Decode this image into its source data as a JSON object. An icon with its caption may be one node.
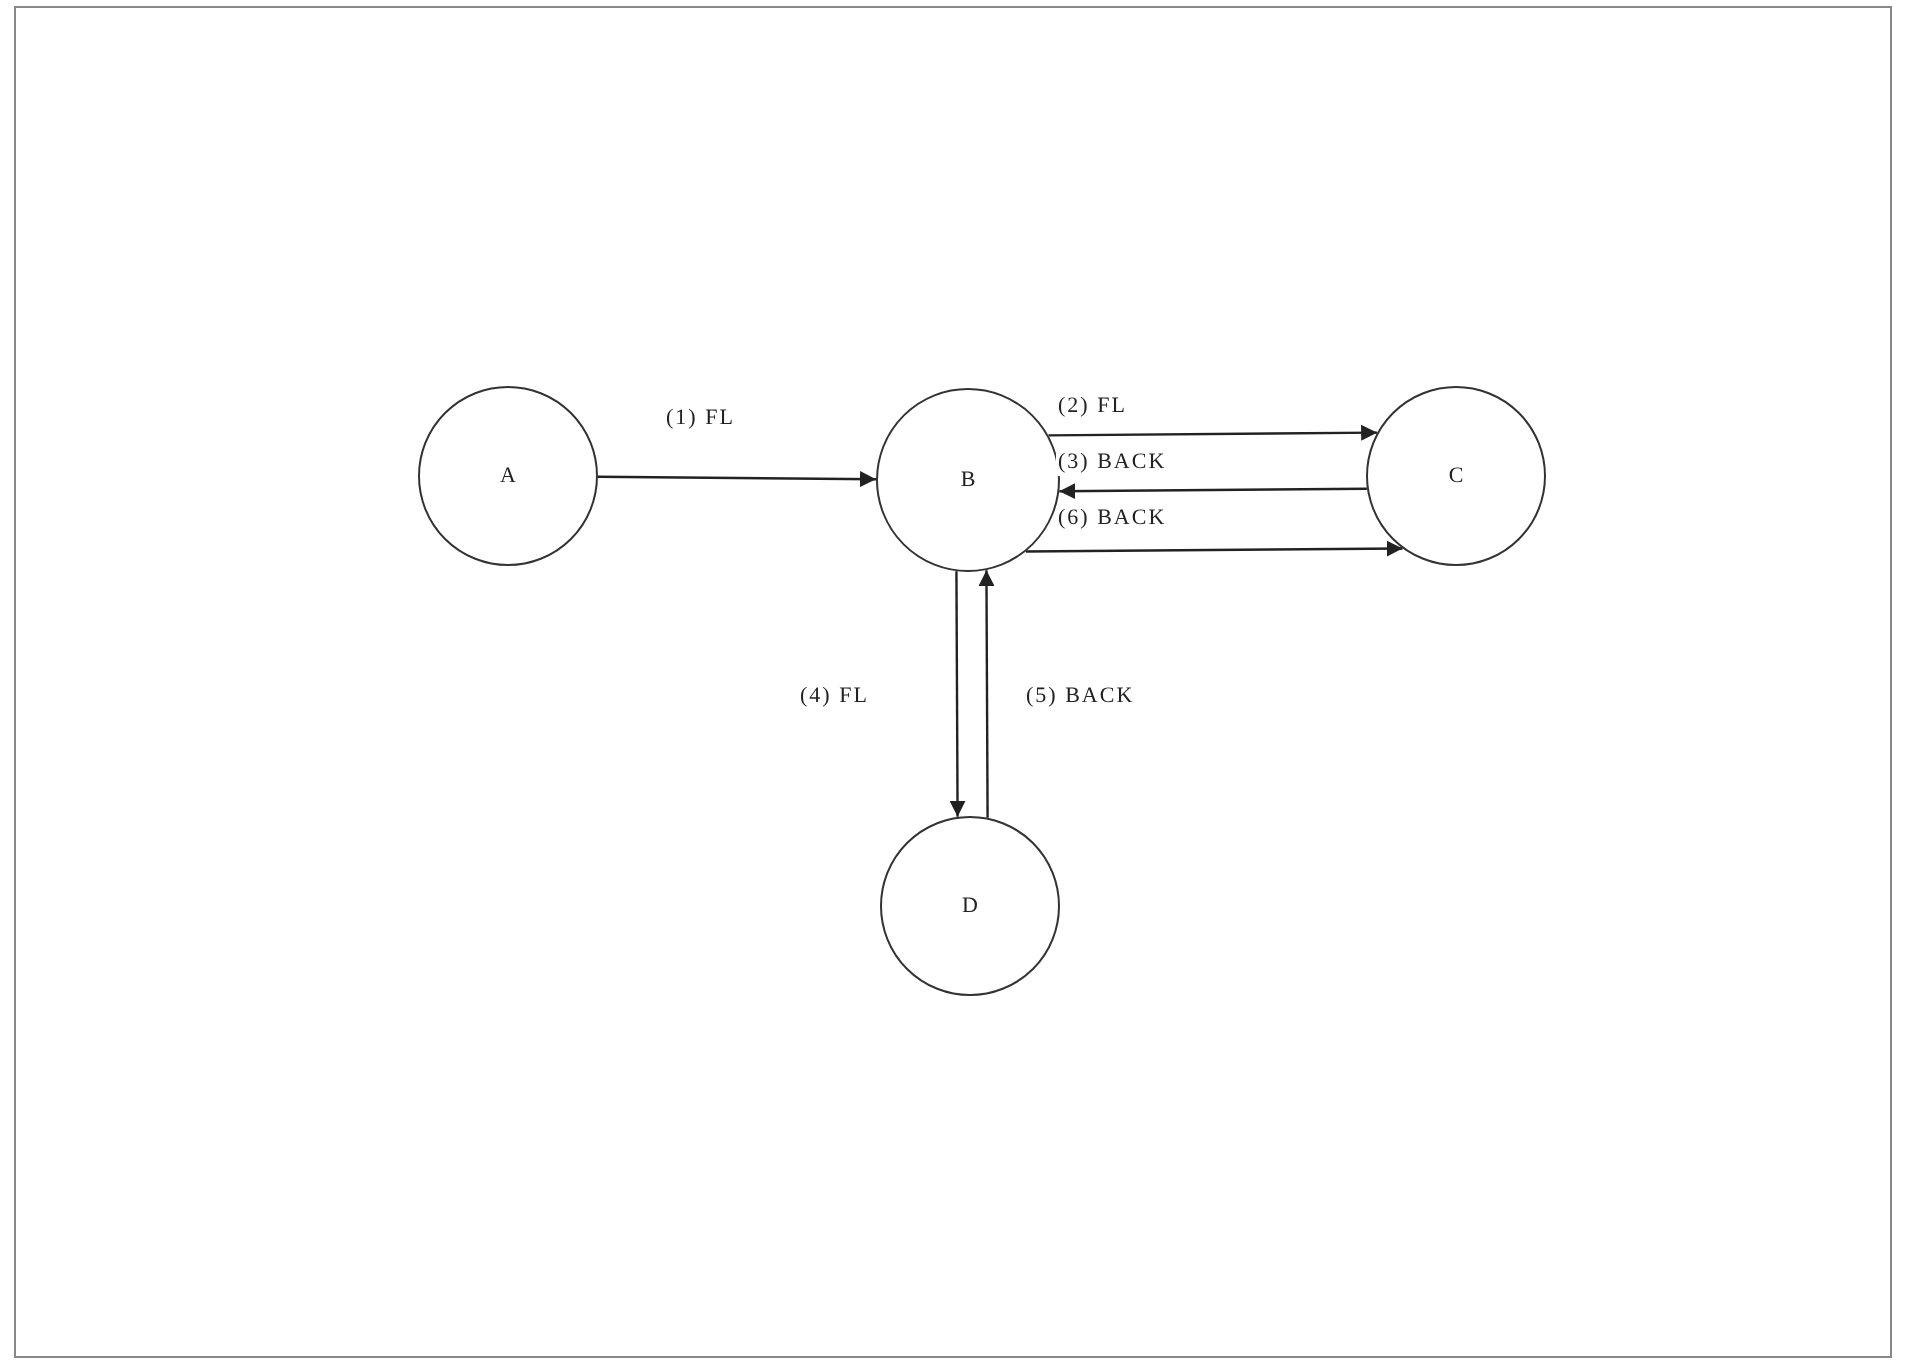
{
  "diagram": {
    "nodes": [
      {
        "text": [
          "A"
        ]
      },
      {
        "text": [
          "B"
        ]
      },
      {
        "text": [
          "C"
        ]
      },
      {
        "text": [
          "D"
        ]
      }
    ],
    "edges": [
      {
        "from": 0,
        "to": 1,
        "arrow": "to",
        "label": "(1) FL"
      },
      {
        "from": 1,
        "to": 2,
        "arrow": "to",
        "label": "(2) FL"
      },
      {
        "from": 2,
        "to": 1,
        "arrow": "to",
        "label": "(3) BACK"
      },
      {
        "from": 1,
        "to": 3,
        "arrow": "to",
        "label": "(4) FL"
      },
      {
        "from": 3,
        "to": 1,
        "arrow": "to",
        "label": "(5) BACK"
      },
      {
        "from": 1,
        "to": 2,
        "arrow": "to",
        "label": "(6) BACK"
      }
    ]
  }
}
